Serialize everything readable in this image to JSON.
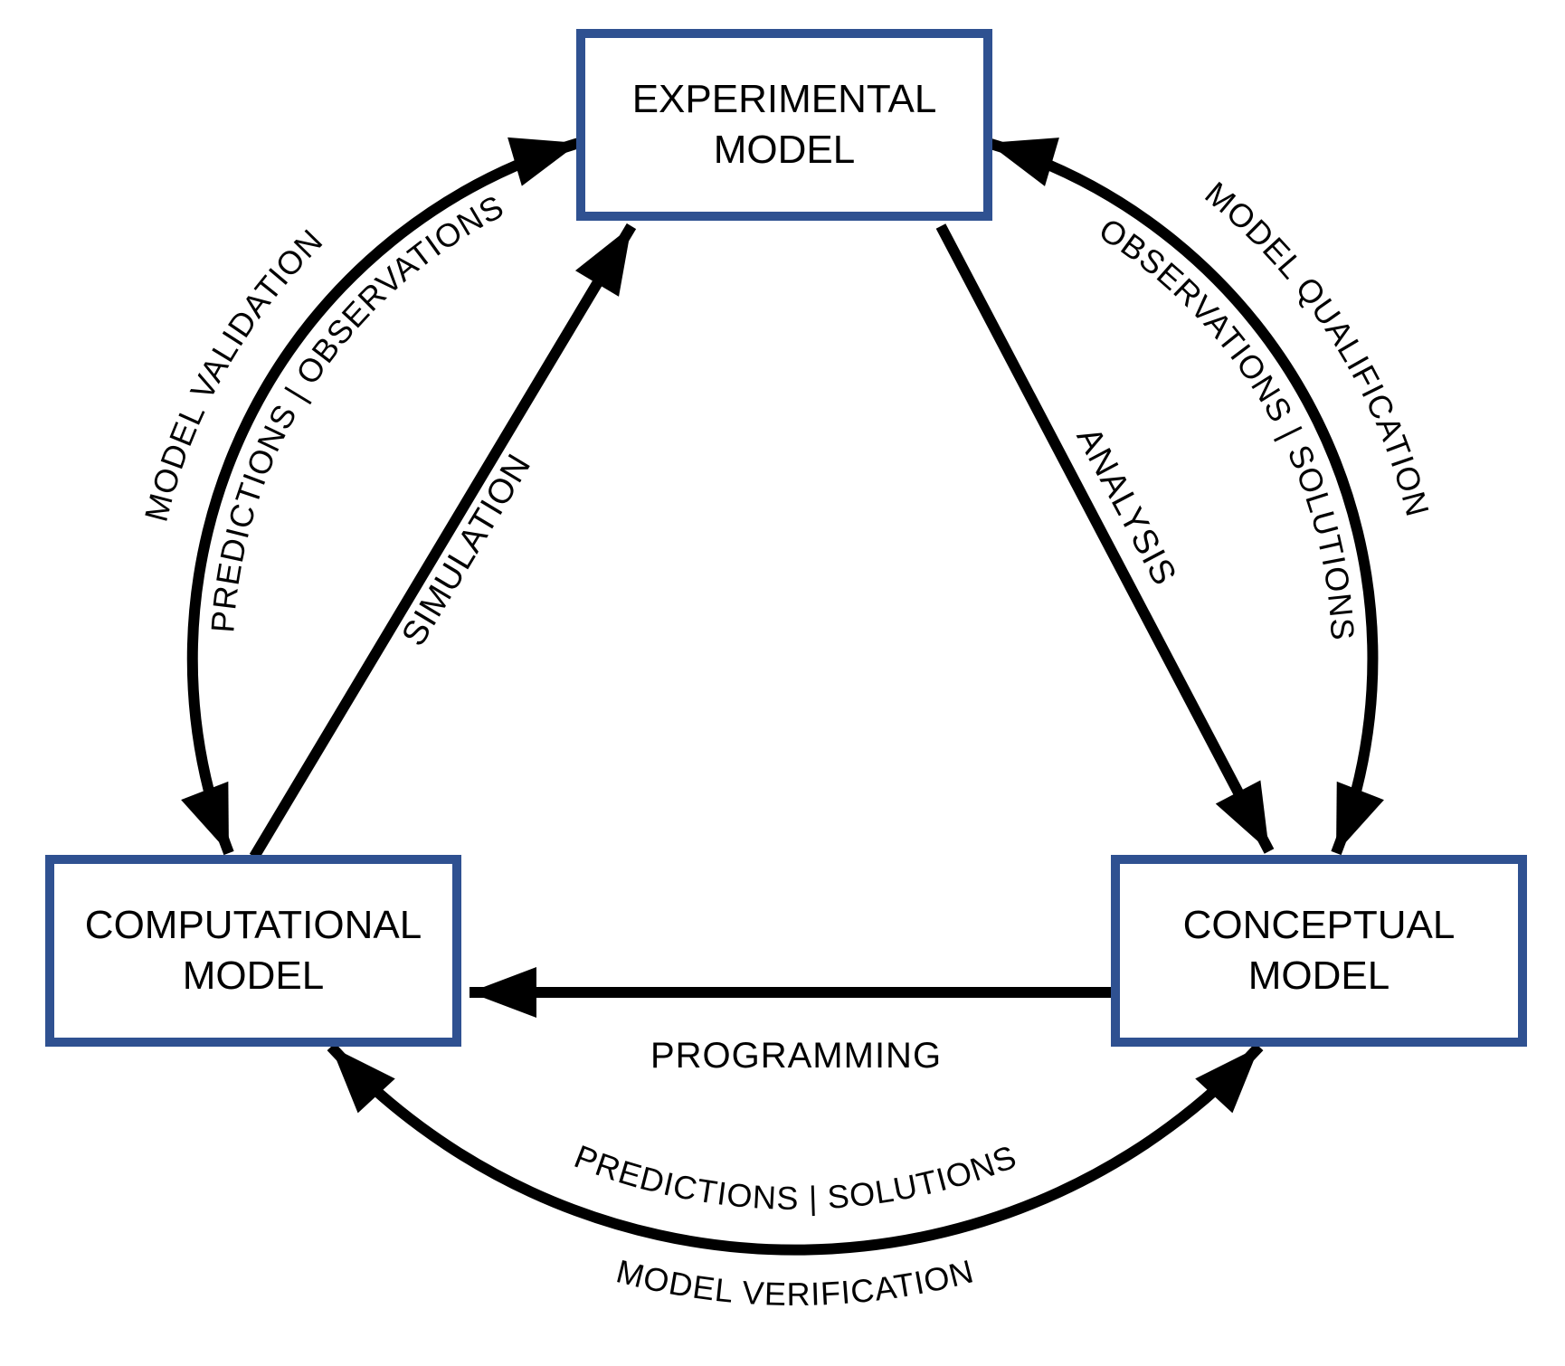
{
  "diagram": {
    "nodes": {
      "experimental": {
        "line1": "EXPERIMENTAL",
        "line2": "MODEL"
      },
      "computational": {
        "line1": "COMPUTATIONAL",
        "line2": "MODEL"
      },
      "conceptual": {
        "line1": "CONCEPTUAL",
        "line2": "MODEL"
      }
    },
    "edges": {
      "simulation": {
        "label": "SIMULATION"
      },
      "analysis": {
        "label": "ANALYSIS"
      },
      "programming": {
        "label": "PROGRAMMING"
      },
      "validation": {
        "outer_label": "MODEL VALIDATION",
        "inner_label": "PREDICTIONS | OBSERVATIONS"
      },
      "qualification": {
        "outer_label": "MODEL QUALIFICATION",
        "inner_label": "OBSERVATIONS | SOLUTIONS"
      },
      "verification": {
        "outer_label": "MODEL VERIFICATION",
        "inner_label": "PREDICTIONS | SOLUTIONS"
      }
    },
    "colors": {
      "box_border": "#2F5191",
      "arrow": "#000000",
      "text": "#000000",
      "background": "#FFFFFF"
    }
  }
}
